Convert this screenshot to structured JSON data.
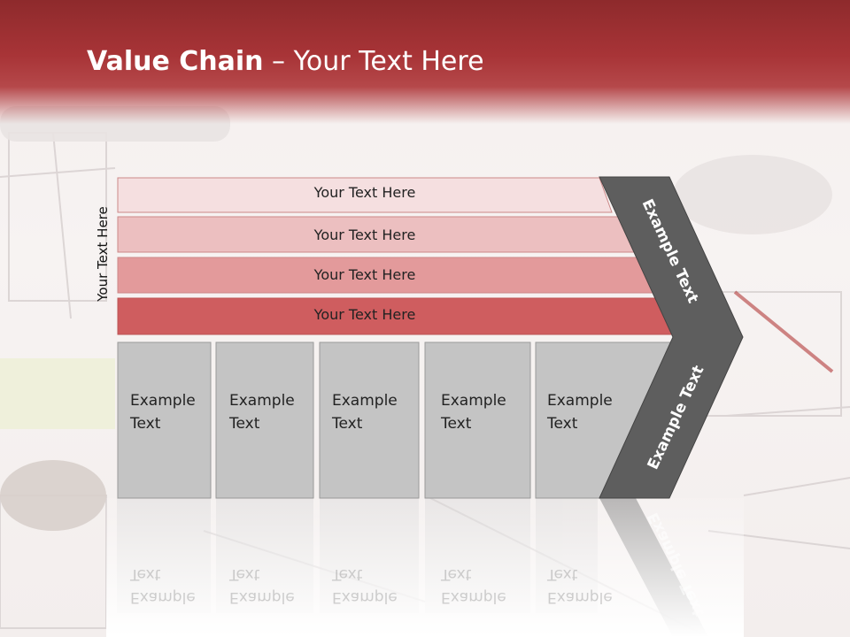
{
  "title": {
    "bold": "Value Chain",
    "rest": " – Your Text Here"
  },
  "side_label": "Your Text Here",
  "bands": [
    {
      "label": "Your Text Here",
      "color": "#f5dfe0"
    },
    {
      "label": "Your Text Here",
      "color": "#ecbfc0"
    },
    {
      "label": "Your Text Here",
      "color": "#e39a9b"
    },
    {
      "label": "Your Text Here",
      "color": "#cf5d5f"
    }
  ],
  "boxes": [
    {
      "line1": "Example",
      "line2": "Text"
    },
    {
      "line1": "Example",
      "line2": "Text"
    },
    {
      "line1": "Example",
      "line2": "Text"
    },
    {
      "line1": "Example",
      "line2": "Text"
    },
    {
      "line1": "Example",
      "line2": "Text"
    }
  ],
  "arrow": {
    "upper": "Example Text",
    "lower": "Example Text",
    "color": "#5e5e5e"
  },
  "colors": {
    "title_band": "#a83437",
    "box_fill": "#c4c4c4",
    "box_stroke": "#9a9a9a"
  }
}
